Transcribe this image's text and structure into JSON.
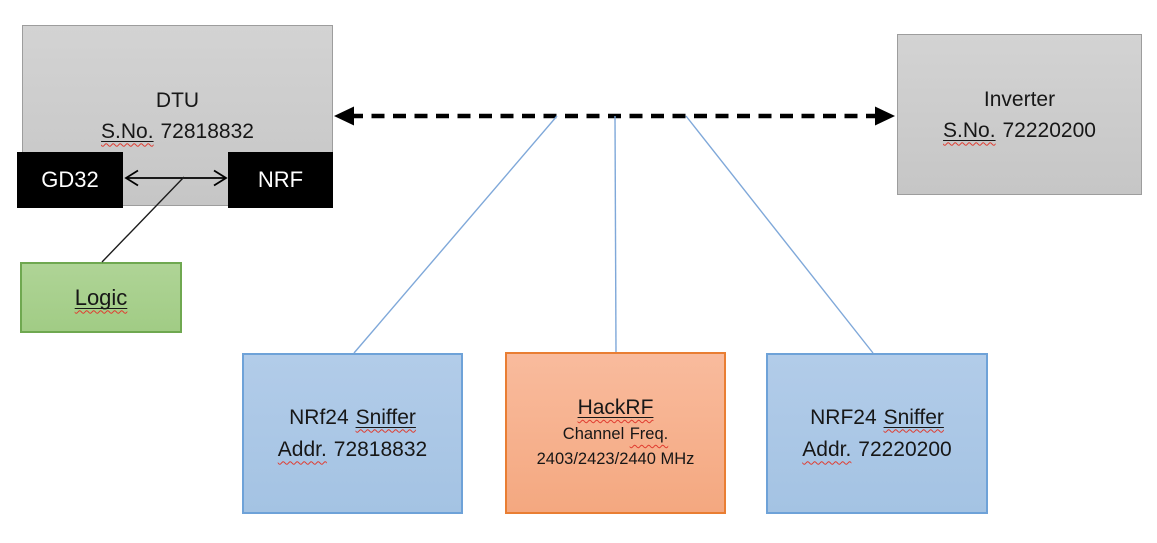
{
  "diagram": {
    "dtu": {
      "title": "DTU",
      "serial_label": "S.No.",
      "serial_value": "72818832"
    },
    "gd32": {
      "label": "GD32"
    },
    "nrf": {
      "label": "NRF"
    },
    "logic": {
      "label": "Logic"
    },
    "inverter": {
      "title": "Inverter",
      "serial_label": "S.No.",
      "serial_value": "72220200"
    },
    "sniffer_left": {
      "title_prefix": "NRf24",
      "title_word": "Sniffer",
      "addr_label": "Addr.",
      "addr_value": "72818832"
    },
    "hackrf": {
      "title": "HackRF",
      "line2_prefix": "Channel",
      "line2_word": "Freq.",
      "line3": "2403/2423/2440 MHz"
    },
    "sniffer_right": {
      "title_prefix": "NRF24",
      "title_word": "Sniffer",
      "addr_label": "Addr.",
      "addr_value": "72220200"
    }
  },
  "colors": {
    "gray_box_fill": "#cccccc",
    "gray_box_border": "#9d9d9d",
    "blue_box_fill": "#aac6e6",
    "blue_box_border": "#6ea2d8",
    "orange_box_fill": "#f6b08d",
    "orange_box_border": "#e97e33",
    "green_box_fill": "#a9d18e",
    "green_box_border": "#6fa850",
    "chip_fill": "#000000",
    "connector_blue": "#7fa8d9",
    "arrow_black": "#000000",
    "squiggle_red": "#e03b2f"
  }
}
